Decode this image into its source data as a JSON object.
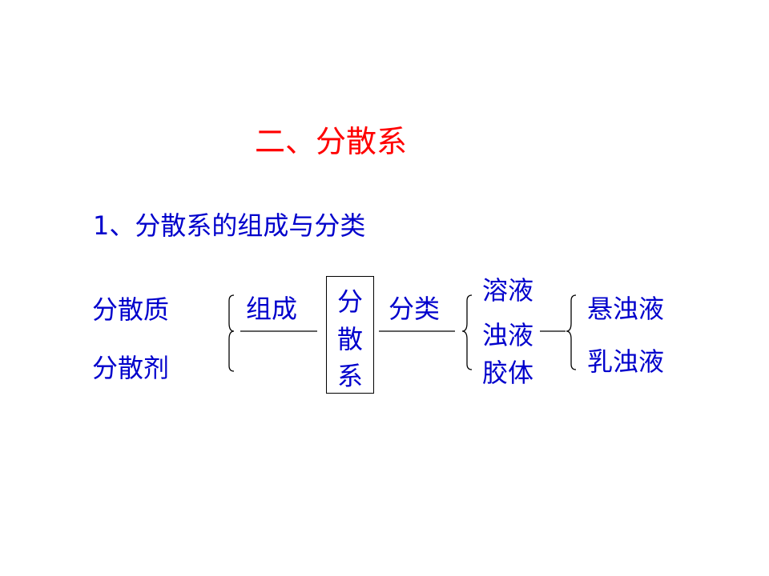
{
  "title": "二、分散系",
  "subtitle": "1、分散系的组成与分类",
  "left": {
    "items": [
      "分散质",
      "分散剂"
    ]
  },
  "composition_label": "组成",
  "center": {
    "chars": [
      "分",
      "散",
      "系"
    ]
  },
  "classification_label": "分类",
  "types": [
    "溶液",
    "浊液",
    "胶体"
  ],
  "sub_types": [
    "悬浊液",
    "乳浊液"
  ],
  "colors": {
    "title": "#ff0000",
    "body": "#0000cc",
    "line": "#000000"
  }
}
